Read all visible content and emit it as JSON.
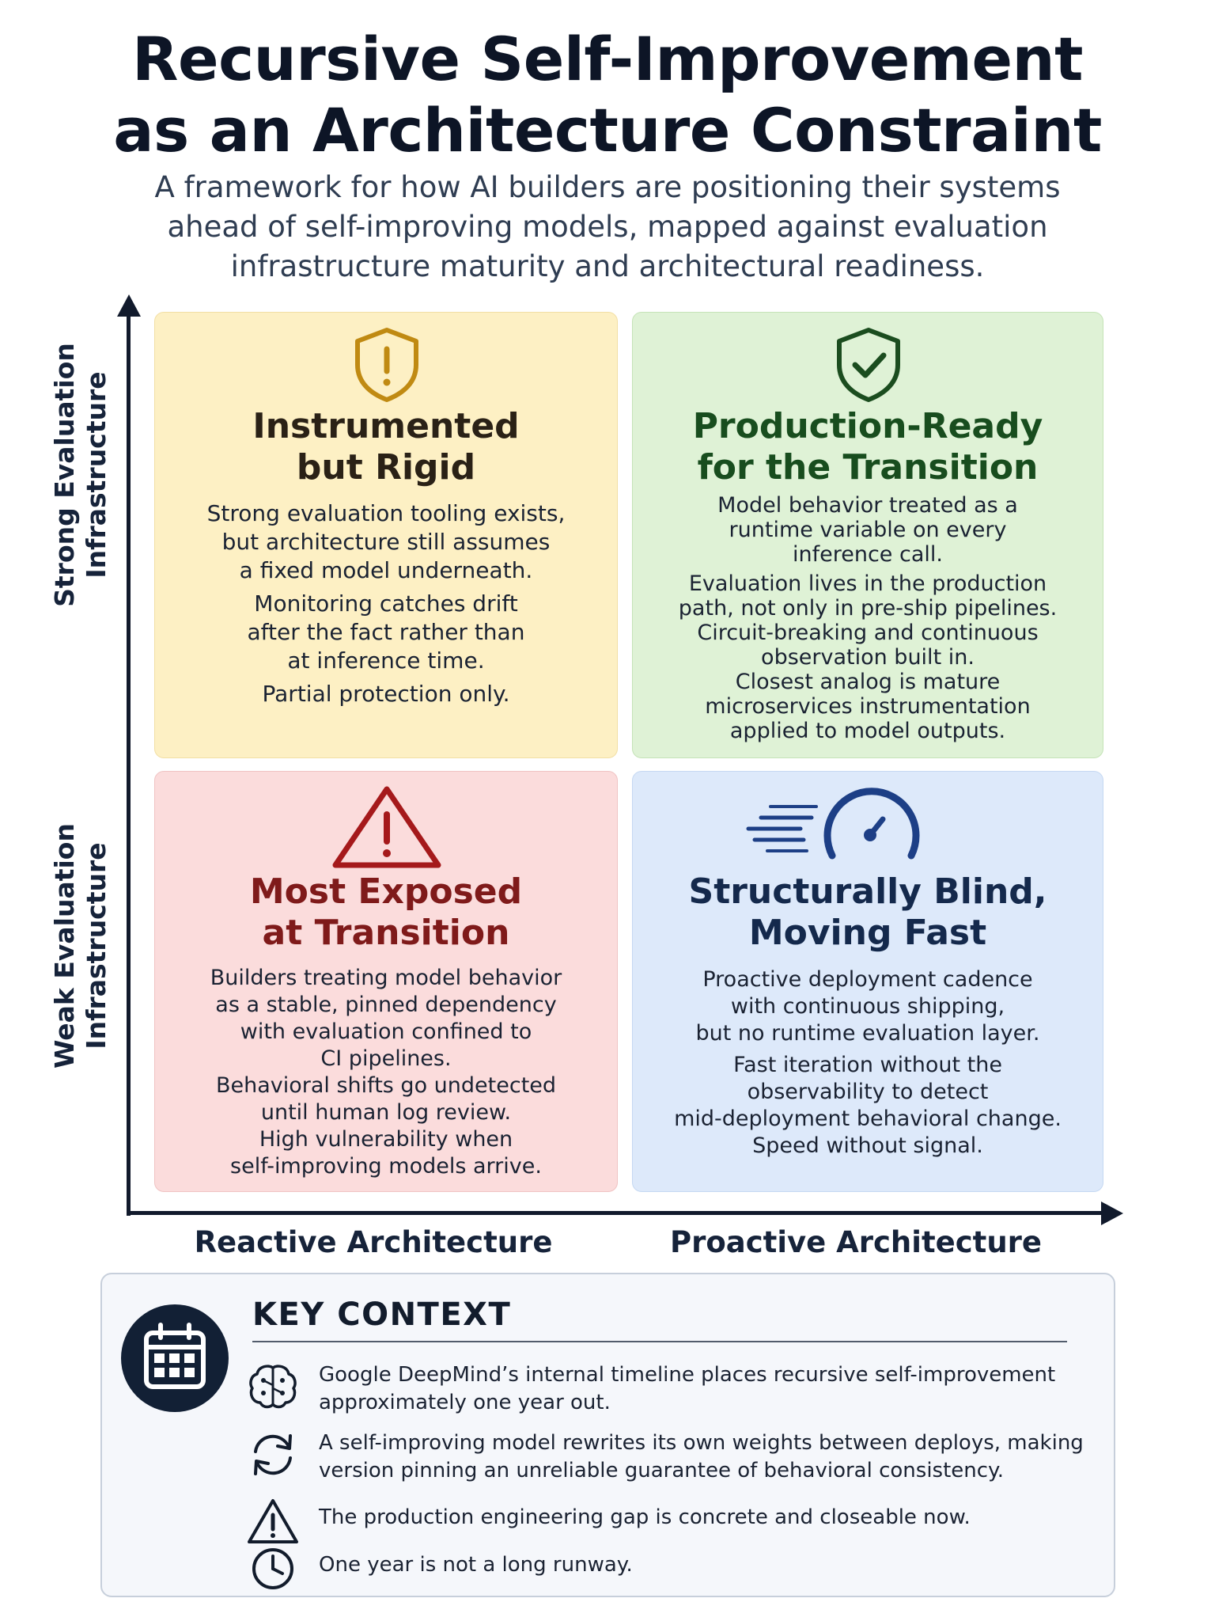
{
  "header": {
    "title_line1": "Recursive Self-Improvement",
    "title_line2": "as an Architecture Constraint",
    "subtitle_line1": "A framework for how AI builders are positioning their systems",
    "subtitle_line2": "ahead of self-improving models, mapped against evaluation",
    "subtitle_line3": "infrastructure maturity and architectural readiness."
  },
  "axes": {
    "y_top_line1": "Strong Evaluation",
    "y_top_line2": "Infrastructure",
    "y_bottom_line1": "Weak Evaluation",
    "y_bottom_line2": "Infrastructure",
    "x_left": "Reactive Architecture",
    "x_right": "Proactive Architecture"
  },
  "quadrants": {
    "top_left": {
      "icon": "shield-exclamation-icon",
      "color": "#c08a12",
      "title_line1": "Instrumented",
      "title_line2": "but Rigid",
      "p1": [
        "Strong evaluation tooling exists,",
        "but architecture still assumes",
        "a fixed model underneath."
      ],
      "p2": [
        "Monitoring catches drift",
        "after the fact rather than",
        "at inference time."
      ],
      "p3": [
        "Partial protection only."
      ]
    },
    "top_right": {
      "icon": "shield-check-icon",
      "color": "#1b4d1f",
      "title_line1": "Production-Ready",
      "title_line2": "for the Transition",
      "p1": [
        "Model behavior treated as a",
        "runtime variable on every",
        "inference call."
      ],
      "p2": [
        "Evaluation lives in the production",
        "path, not only in pre-ship pipelines.",
        "Circuit-breaking and continuous",
        "observation built in.",
        "Closest analog is mature",
        "microservices instrumentation",
        "applied to model outputs."
      ]
    },
    "bottom_left": {
      "icon": "warning-triangle-icon",
      "color": "#a5191b",
      "title_line1": "Most Exposed",
      "title_line2": "at Transition",
      "p1": [
        "Builders treating model behavior",
        "as a stable, pinned dependency",
        "with evaluation confined to",
        "CI pipelines.",
        "Behavioral shifts go undetected",
        "until human log review.",
        "High vulnerability when",
        "self-improving models arrive."
      ]
    },
    "bottom_right": {
      "icon": "speedometer-icon",
      "color": "#1d3f86",
      "title_line1": "Structurally Blind,",
      "title_line2": "Moving Fast",
      "p1": [
        "Proactive deployment cadence",
        "with continuous shipping,",
        "but no runtime evaluation layer."
      ],
      "p2": [
        "Fast iteration without the",
        "observability to detect",
        "mid-deployment behavioral change.",
        "Speed without signal."
      ]
    }
  },
  "context": {
    "heading": "KEY CONTEXT",
    "badge_icon": "calendar-icon",
    "items": [
      {
        "icon": "brain-icon",
        "line1": "Google DeepMind’s internal timeline places recursive self-improvement",
        "line2": "approximately one year out."
      },
      {
        "icon": "refresh-icon",
        "line1": "A self-improving model rewrites its own weights between deploys, making",
        "line2": "version pinning an unreliable guarantee of behavioral consistency."
      },
      {
        "icon": "warning-icon",
        "line1": "The production engineering gap is concrete and closeable now."
      },
      {
        "icon": "clock-icon",
        "line1": "One year is not a long runway."
      }
    ]
  }
}
